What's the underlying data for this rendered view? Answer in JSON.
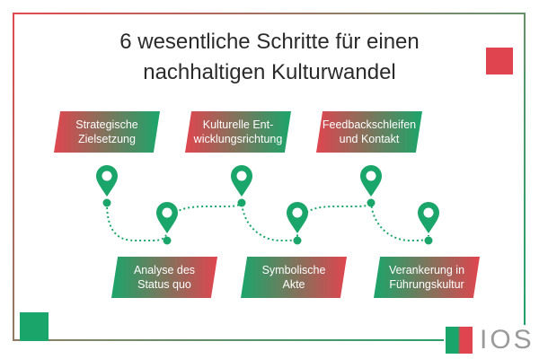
{
  "title_line1": "6 wesentliche Schritte für einen",
  "title_line2": "nachhaltigen Kulturwandel",
  "steps": [
    {
      "label": "Strategische\nZielsetzung"
    },
    {
      "label": "Analyse des\nStatus quo"
    },
    {
      "label": "Kulturelle Ent-\nwicklungsrichtung"
    },
    {
      "label": "Symbolische Akte"
    },
    {
      "label": "Feedbackschleifen\nund Kontakt"
    },
    {
      "label": "Verankerung in\nFührungskultur"
    }
  ],
  "logo_text": "IOS",
  "colors": {
    "red": "#e0454f",
    "green": "#1aa56a",
    "text": "#2b2b2b"
  }
}
